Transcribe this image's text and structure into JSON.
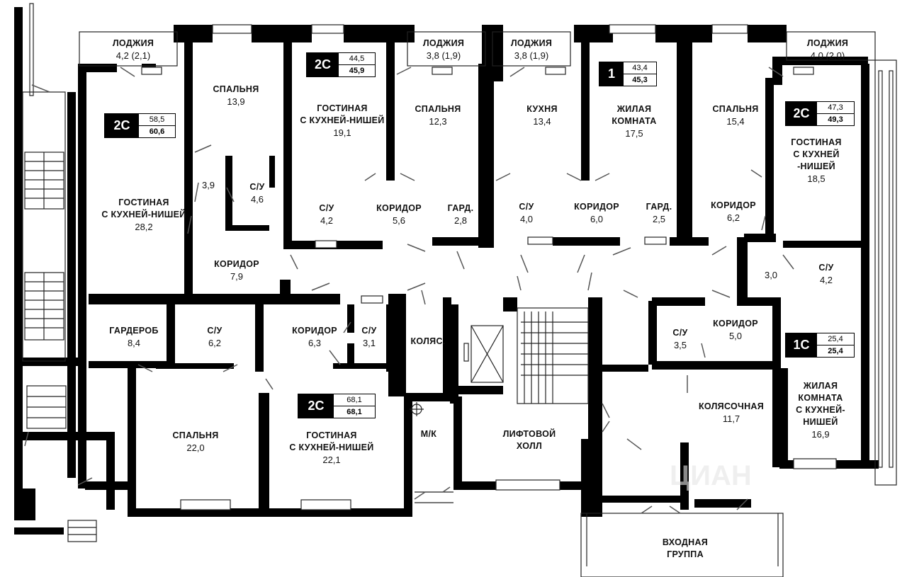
{
  "rooms": {
    "r1": {
      "name": "ЛОДЖИЯ",
      "area": "4,2 (2,1)"
    },
    "r2": {
      "name": "СПАЛЬНЯ",
      "area": "13,9"
    },
    "r3": {
      "name": "ГОСТИНАЯ\nС КУХНЕЙ-НИШЕЙ",
      "area": "28,2"
    },
    "r4": {
      "name": "",
      "area": "3,9"
    },
    "r5": {
      "name": "С/У",
      "area": "4,6"
    },
    "r6": {
      "name": "КОРИДОР",
      "area": "7,9"
    },
    "r7": {
      "name": "ГОСТИНАЯ\nС КУХНЕЙ-НИШЕЙ",
      "area": "19,1"
    },
    "r8": {
      "name": "ЛОДЖИЯ",
      "area": "3,8  (1,9)"
    },
    "r9": {
      "name": "СПАЛЬНЯ",
      "area": "12,3"
    },
    "r10": {
      "name": "С/У",
      "area": "4,2"
    },
    "r11": {
      "name": "КОРИДОР",
      "area": "5,6"
    },
    "r12": {
      "name": "ГАРД.",
      "area": "2,8"
    },
    "r13": {
      "name": "ЛОДЖИЯ",
      "area": "3,8  (1,9)"
    },
    "r14": {
      "name": "КУХНЯ",
      "area": "13,4"
    },
    "r15": {
      "name": "ЖИЛАЯ\nКОМНАТА",
      "area": "17,5"
    },
    "r16": {
      "name": "С/У",
      "area": "4,0"
    },
    "r17": {
      "name": "КОРИДОР",
      "area": "6,0"
    },
    "r18": {
      "name": "ГАРД.",
      "area": "2,5"
    },
    "r19": {
      "name": "СПАЛЬНЯ",
      "area": "15,4"
    },
    "r20": {
      "name": "ЛОДЖИЯ",
      "area": "4,0 (2,0)"
    },
    "r21": {
      "name": "ГОСТИНАЯ\nС КУХНЕЙ\n-НИШЕЙ",
      "area": "18,5"
    },
    "r22": {
      "name": "КОРИДОР",
      "area": "6,2"
    },
    "r23": {
      "name": "",
      "area": "3,0"
    },
    "r24": {
      "name": "С/У",
      "area": "4,2"
    },
    "r25": {
      "name": "ГАРДЕРОБ",
      "area": "8,4"
    },
    "r26": {
      "name": "С/У",
      "area": "6,2"
    },
    "r27": {
      "name": "КОРИДОР",
      "area": "6,3"
    },
    "r28": {
      "name": "С/У",
      "area": "3,1"
    },
    "r29": {
      "name": "КОЛЯС.",
      "area": ""
    },
    "r30": {
      "name": "СПАЛЬНЯ",
      "area": "22,0"
    },
    "r31": {
      "name": "ГОСТИНАЯ\nС КУХНЕЙ-НИШЕЙ",
      "area": "22,1"
    },
    "r32": {
      "name": "М/К",
      "area": ""
    },
    "r33": {
      "name": "ЛИФТОВОЙ\nХОЛЛ",
      "area": ""
    },
    "r34": {
      "name": "КОЛЯСОЧНАЯ",
      "area": "11,7"
    },
    "r35": {
      "name": "ВХОДНАЯ\nГРУППА",
      "area": ""
    },
    "r36": {
      "name": "С/У",
      "area": "3,5"
    },
    "r37": {
      "name": "КОРИДОР",
      "area": "5,0"
    },
    "r38": {
      "name": "ЖИЛАЯ\nКОМНАТА\nС КУХНЕЙ-\nНИШЕЙ",
      "area": "16,9"
    }
  },
  "apartments": {
    "a1": {
      "type": "2С",
      "area_living": "58,5",
      "area_total": "60,6"
    },
    "a2": {
      "type": "2С",
      "area_living": "44,5",
      "area_total": "45,9"
    },
    "a3": {
      "type": "1",
      "area_living": "43,4",
      "area_total": "45,3"
    },
    "a4": {
      "type": "2С",
      "area_living": "47,3",
      "area_total": "49,3"
    },
    "a5": {
      "type": "2С",
      "area_living": "68,1",
      "area_total": "68,1"
    },
    "a6": {
      "type": "1С",
      "area_living": "25,4",
      "area_total": "25,4"
    }
  },
  "watermark": "ЦИАН",
  "colors": {
    "wall": "#000000",
    "thin": "#222222",
    "background": "#ffffff",
    "badge_dark": "#000000"
  }
}
